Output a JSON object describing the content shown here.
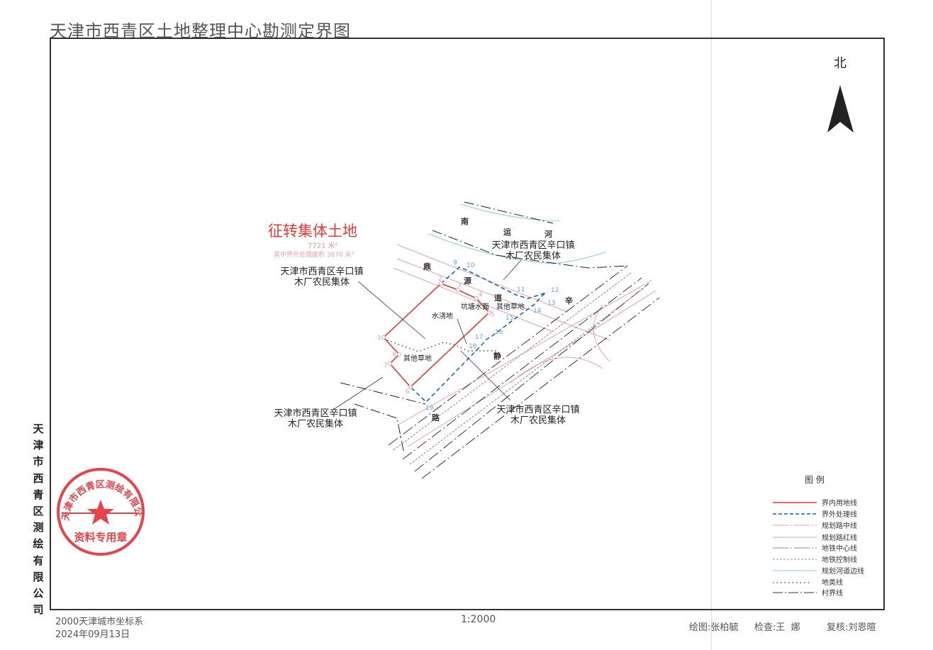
{
  "title": "天津市西青区土地整理中心勘测定界图",
  "north_label": "北",
  "company_vertical": "天津市西青区测绘有限公司",
  "seal": {
    "text_arc": "天津市西青区测绘有限公司",
    "text_bottom": "资料专用章",
    "color": "#e8424a"
  },
  "map": {
    "headline": "征转集体土地",
    "area": "7721 米²",
    "outside_area": "其中界外处理面积 3670 米²",
    "owner_labels": [
      {
        "line1": "天津市西青区辛口镇",
        "line2": "木厂农民集体"
      },
      {
        "line1": "天津市西青区辛口镇",
        "line2": "木厂农民集体"
      },
      {
        "line1": "天津市西青区辛口镇",
        "line2": "木厂农民集体"
      },
      {
        "line1": "天津市西青区辛口镇",
        "line2": "木厂农民集体"
      }
    ],
    "road_chars": [
      "南",
      "运",
      "河",
      "鼎",
      "源",
      "道",
      "辛",
      "静",
      "路"
    ],
    "landuse": [
      "坑塘水面",
      "其他草地",
      "水浇地",
      "其他草地"
    ],
    "red_points": [
      "1",
      "2",
      "3",
      "4",
      "5",
      "6",
      "7",
      "8"
    ],
    "blue_points": [
      "9",
      "10",
      "11",
      "12",
      "13",
      "14",
      "15",
      "16",
      "17",
      "18",
      "19"
    ],
    "colors": {
      "boundary": "#e53935",
      "outside": "#1565c0",
      "road_center": "#e8a0a8",
      "river": "#8cc8e8"
    }
  },
  "legend": {
    "title": "图  例",
    "items": [
      "界内用地线",
      "界外处理线",
      "规划路中线",
      "规划路红线",
      "地铁中心线",
      "地铁控制线",
      "规划河道边线",
      "地类线",
      "村界线"
    ]
  },
  "footer": {
    "coord_system": "2000天津城市坐标系",
    "date": "2024年09月13日",
    "scale": "1:2000",
    "drawn": "绘图:张柏毓",
    "checked": "检查:王  娜",
    "reviewed": "复核:刘恩暄"
  }
}
